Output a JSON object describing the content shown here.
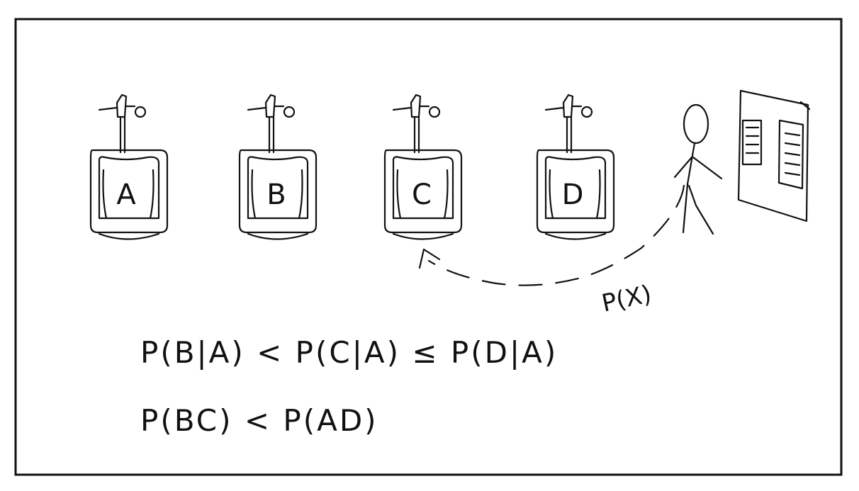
{
  "urinals": [
    {
      "label": "A"
    },
    {
      "label": "B"
    },
    {
      "label": "C"
    },
    {
      "label": "D"
    }
  ],
  "path_label": "P(X)",
  "formulas": [
    "P(B|A) < P(C|A) ≤ P(D|A)",
    "P(BC) < P(AD)"
  ]
}
